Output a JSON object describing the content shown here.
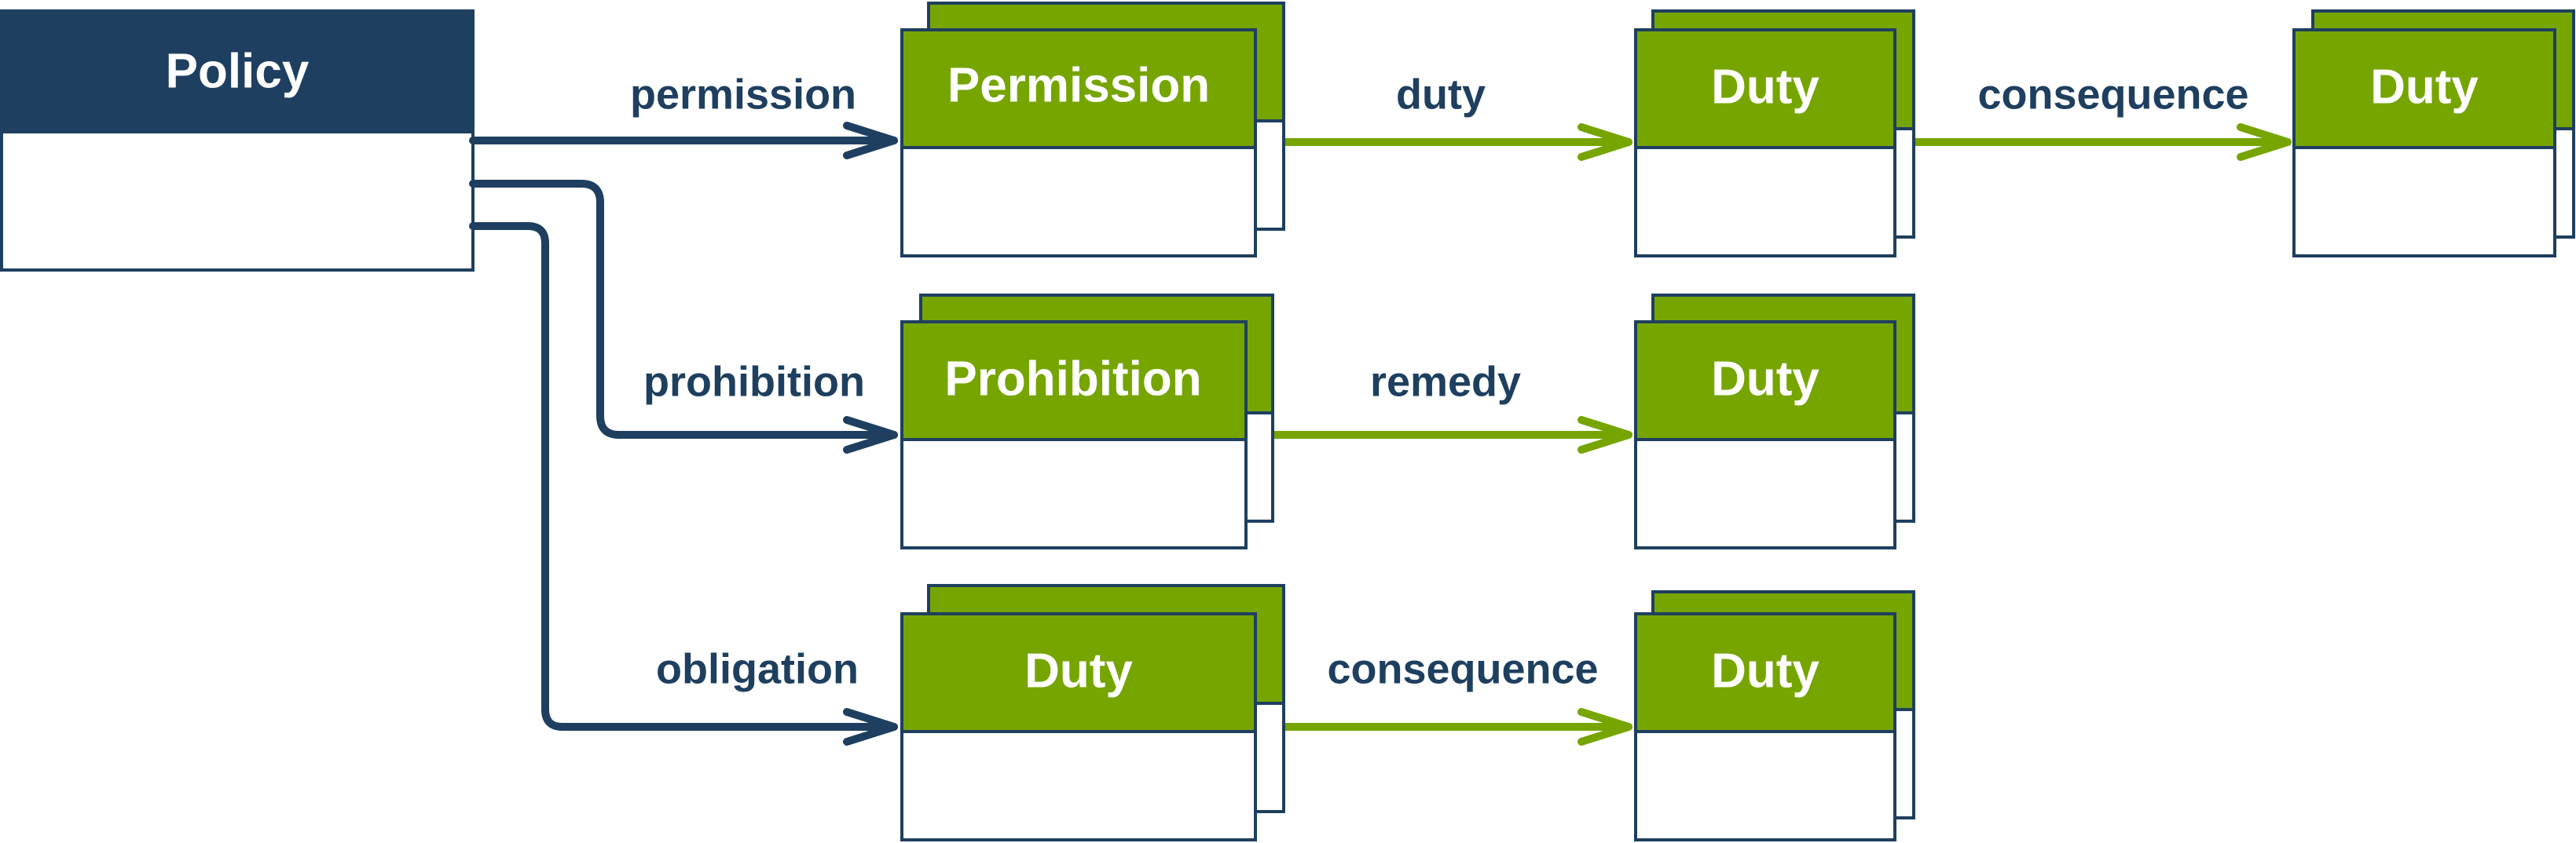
{
  "diagram": {
    "colors": {
      "navy": "#1e3f5f",
      "green": "#76a500",
      "white": "#ffffff"
    },
    "nodes": {
      "policy": {
        "title": "Policy"
      },
      "permission": {
        "title": "Permission"
      },
      "permission_duty": {
        "title": "Duty"
      },
      "permission_consequence_duty": {
        "title": "Duty"
      },
      "prohibition": {
        "title": "Prohibition"
      },
      "prohibition_remedy_duty": {
        "title": "Duty"
      },
      "obligation_duty": {
        "title": "Duty"
      },
      "obligation_consequence_duty": {
        "title": "Duty"
      }
    },
    "edges": {
      "permission": "permission",
      "prohibition": "prohibition",
      "obligation": "obligation",
      "duty": "duty",
      "consequence_top": "consequence",
      "remedy": "remedy",
      "consequence_bottom": "consequence"
    }
  }
}
